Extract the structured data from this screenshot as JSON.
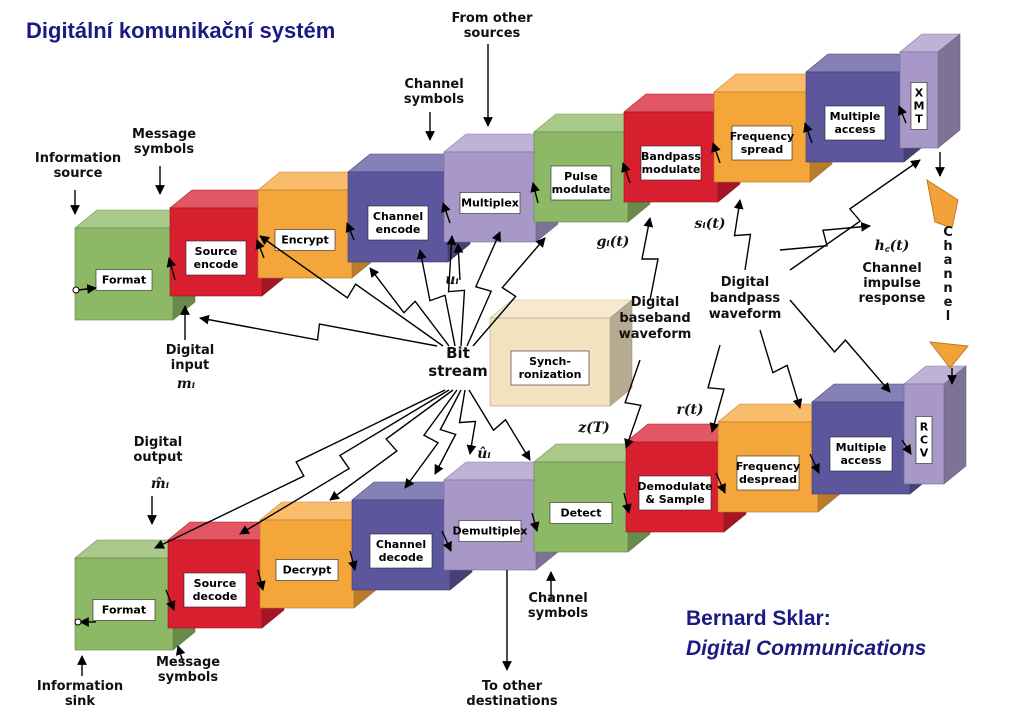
{
  "title": "Digitální komunikační systém",
  "credit": {
    "author": "Bernard Sklar:",
    "book": "Digital Communications"
  },
  "colors": {
    "green": "#8db865",
    "red": "#d81f2f",
    "orange": "#f5a63a",
    "purple": "#5c569c",
    "lavender": "#a898c8",
    "cream": "#f3e2c0",
    "title": "#1a1a80"
  },
  "tx_blocks": [
    "Format",
    "Source\nencode",
    "Encrypt",
    "Channel\nencode",
    "Multiplex",
    "Pulse\nmodulate",
    "Bandpass\nmodulate",
    "Frequency\nspread",
    "Multiple\naccess",
    "X\nM\nT"
  ],
  "rx_blocks": [
    "Format",
    "Source\ndecode",
    "Decrypt",
    "Channel\ndecode",
    "Demultiplex",
    "Detect",
    "Demodulate\n& Sample",
    "Frequency\ndespread",
    "Multiple\naccess",
    "R\nC\nV"
  ],
  "sync_block": "Synch-\nronization",
  "labels": {
    "info_source": "Information\nsource",
    "message_symbols_top": "Message\nsymbols",
    "channel_symbols_top": "Channel\nsymbols",
    "from_other_sources": "From other\nsources",
    "digital_input": "Digital\ninput",
    "m_i": "mᵢ",
    "u_i": "uᵢ",
    "g_i_t": "gᵢ(t)",
    "s_i_t": "sᵢ(t)",
    "digital_baseband": "Digital\nbaseband\nwaveform",
    "digital_bandpass": "Digital\nbandpass\nwaveform",
    "h_c_t": "h꜀(t)",
    "channel_impulse": "Channel\nimpulse\nresponse",
    "channel_vertical": "C\nh\na\nn\nn\ne\nl",
    "bit_stream": "Bit\nstream",
    "digital_output": "Digital\noutput",
    "m_hat_i": "m̂ᵢ",
    "u_hat_i": "ûᵢ",
    "z_T": "z(T)",
    "r_t": "r(t)",
    "channel_symbols_bottom": "Channel\nsymbols",
    "message_symbols_bottom": "Message\nsymbols",
    "info_sink": "Information\nsink",
    "to_other_destinations": "To other\ndestinations"
  }
}
